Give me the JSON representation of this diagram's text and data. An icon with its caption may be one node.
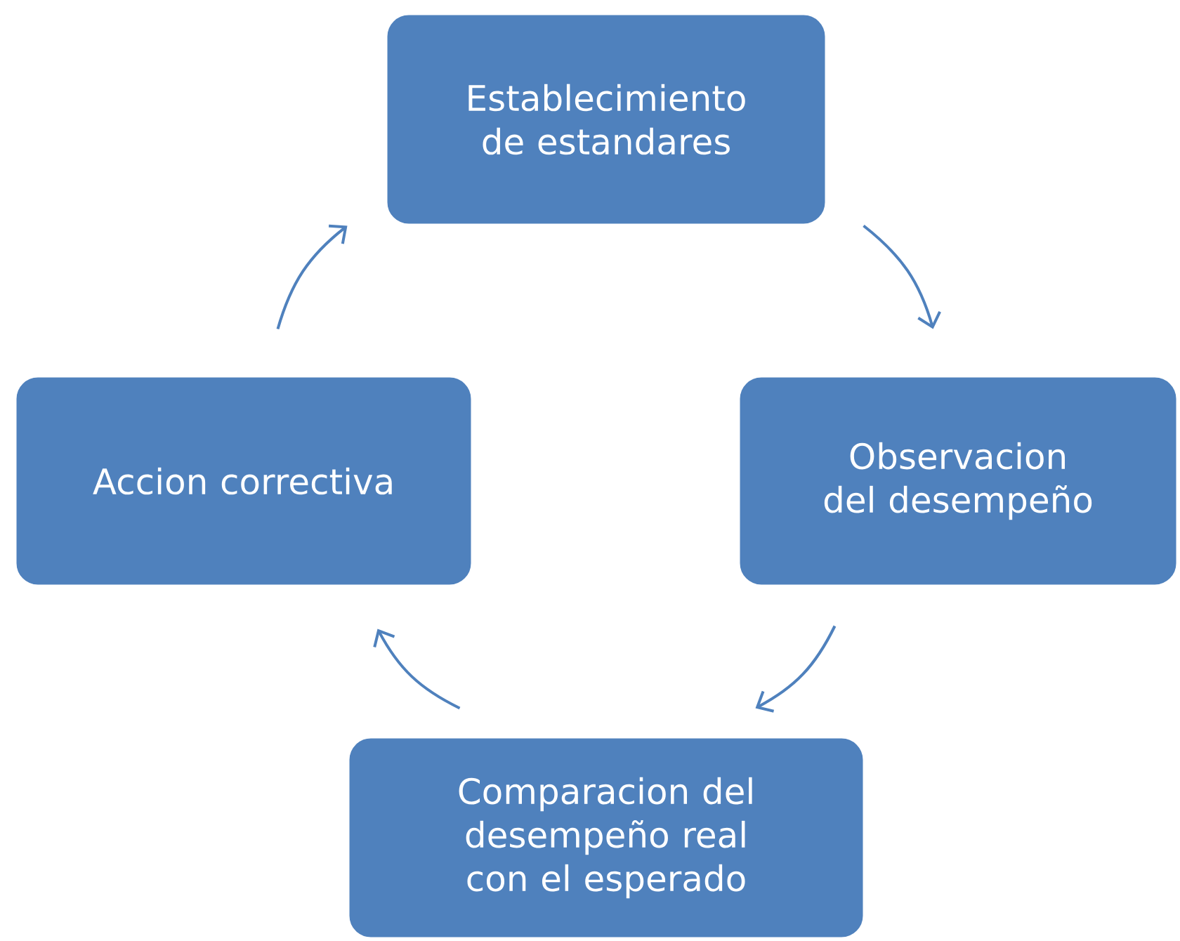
{
  "diagram": {
    "nodes": [
      {
        "text": [
          "Establecimiento de estandares"
        ]
      },
      {
        "text": [
          "Observacion del desempeño"
        ]
      },
      {
        "text": [
          "Comparacion del desempeño real con el esperado"
        ]
      },
      {
        "text": [
          "Accion correctiva"
        ]
      }
    ],
    "edges": [
      {
        "from": 0,
        "to": 1,
        "arrow": "to"
      },
      {
        "from": 1,
        "to": 2,
        "arrow": "to"
      },
      {
        "from": 2,
        "to": 3,
        "arrow": "to"
      },
      {
        "from": 3,
        "to": 0,
        "arrow": "to"
      }
    ]
  }
}
